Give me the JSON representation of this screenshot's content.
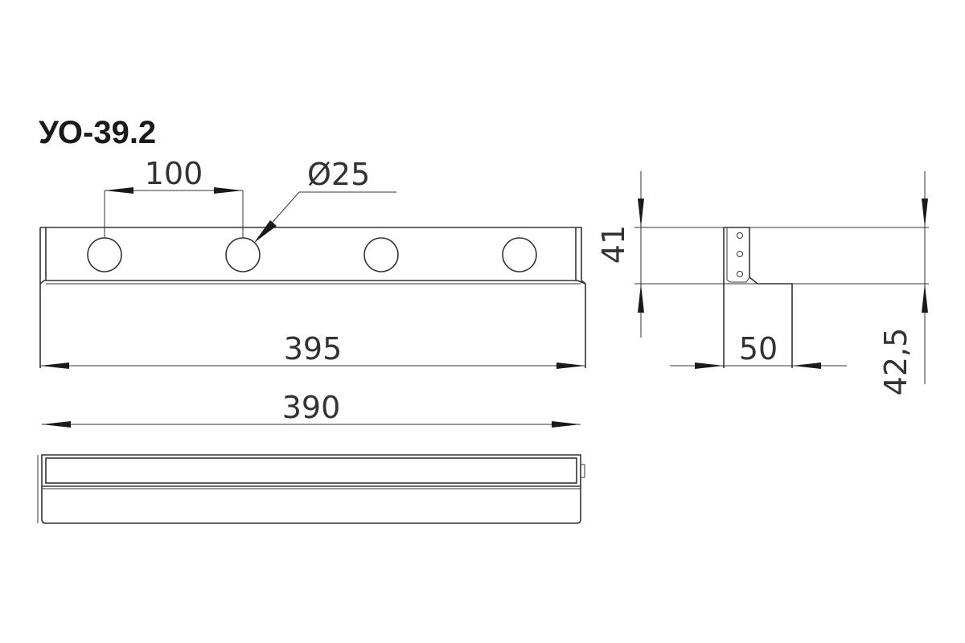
{
  "title": "УО-39.2",
  "dimensions": {
    "hole_spacing": "100",
    "hole_diameter": "Ø25",
    "total_width": "395",
    "inner_width": "390",
    "height": "41",
    "flange_width": "50",
    "total_height": "42,5"
  },
  "colors": {
    "line": "#333333",
    "arrow": "#1a1a1a",
    "background": "#ffffff"
  }
}
